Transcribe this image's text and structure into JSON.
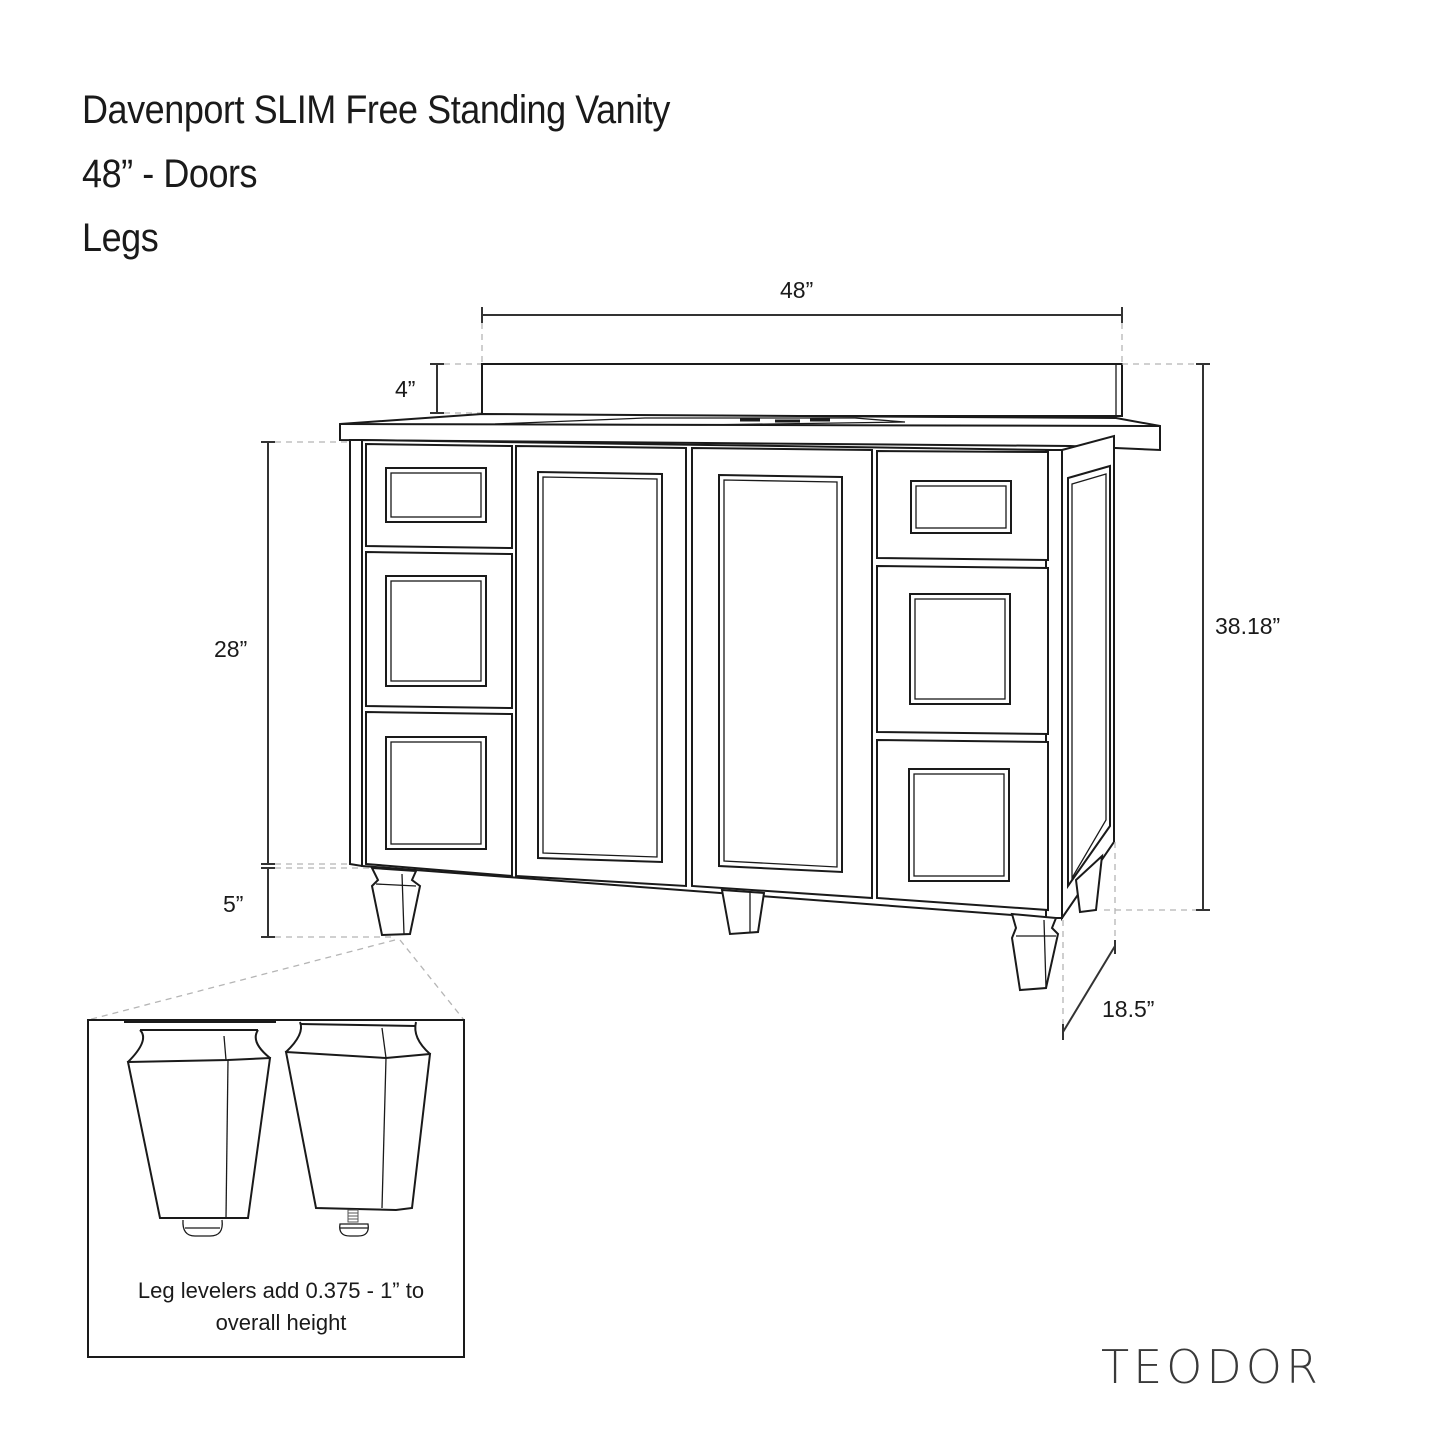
{
  "title": {
    "lines": [
      "Davenport SLIM Free Standing Vanity",
      "48” - Doors",
      "Legs"
    ]
  },
  "dimensions": {
    "width": "48”",
    "backsplash_height": "4”",
    "cabinet_height": "28”",
    "leg_height": "5”",
    "overall_height": "38.18”",
    "depth": "18.5”"
  },
  "cabinet": {
    "left_column": [
      "drawer-small",
      "drawer-medium",
      "drawer-medium"
    ],
    "center": [
      "door-left",
      "door-right"
    ],
    "right_column": [
      "drawer-small",
      "drawer-medium",
      "drawer-medium"
    ],
    "legs_visible": 4
  },
  "detail_box": {
    "note_line1": "Leg levelers add 0.375 - 1” to",
    "note_line2": "overall height",
    "legs": [
      "leg-leveler-retracted",
      "leg-leveler-extended"
    ]
  },
  "brand": {
    "name": "TEODOR"
  },
  "colors": {
    "line": "#1a1a1a",
    "dashed_guide": "#b5b5b5",
    "background": "#ffffff"
  }
}
